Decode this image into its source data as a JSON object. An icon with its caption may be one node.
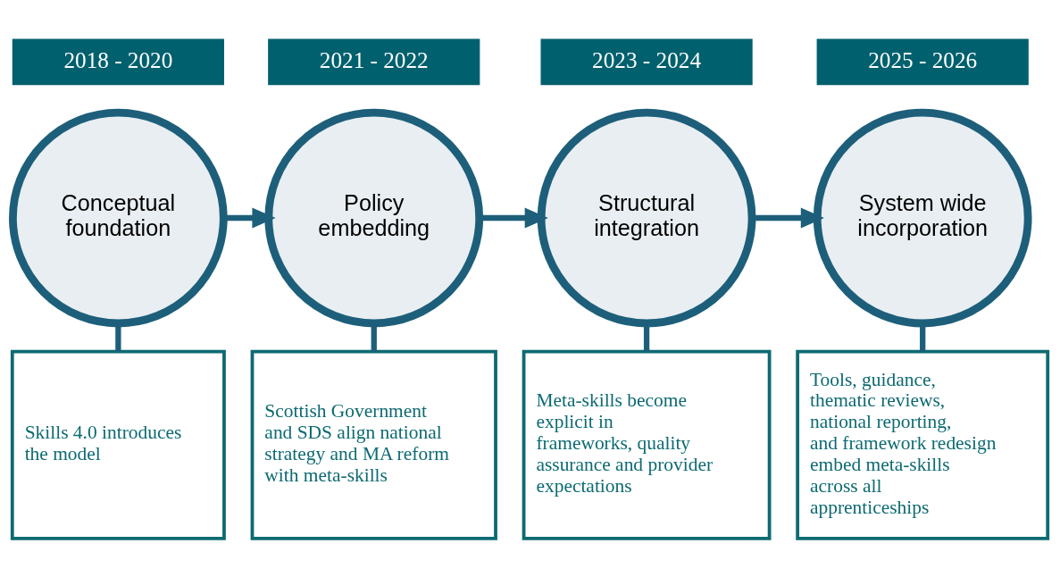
{
  "diagram": {
    "nodes": [
      {
        "text": [
          "2018 - 2020"
        ]
      },
      {
        "text": [
          "2021 - 2022"
        ]
      },
      {
        "text": [
          "2023 - 2024"
        ]
      },
      {
        "text": [
          "2025 - 2026"
        ]
      },
      {
        "text": [
          "Conceptual foundation"
        ]
      },
      {
        "text": [
          "Policy embedding"
        ]
      },
      {
        "text": [
          "Structural integration"
        ]
      },
      {
        "text": [
          "System wide incorporation"
        ]
      },
      {
        "text": [
          "Skills 4.0 introduces the model"
        ]
      },
      {
        "text": [
          "Scottish Government and SDS align national strategy and MA reform with meta-skills"
        ]
      },
      {
        "text": [
          "Meta-skills become explicit in frameworks, quality assurance and provider expectations"
        ]
      },
      {
        "text": [
          "Tools, guidance, thematic reviews, national reporting, and framework redesign embed meta-skills across all apprenticeships"
        ]
      }
    ],
    "edges": [
      {
        "from": 4,
        "to": 5,
        "arrow": "to"
      },
      {
        "from": 5,
        "to": 6,
        "arrow": "to"
      },
      {
        "from": 6,
        "to": 7,
        "arrow": "to"
      },
      {
        "from": 4,
        "to": 8,
        "arrow": "none"
      },
      {
        "from": 5,
        "to": 9,
        "arrow": "none"
      },
      {
        "from": 6,
        "to": 10,
        "arrow": "none"
      },
      {
        "from": 7,
        "to": 11,
        "arrow": "none"
      }
    ]
  }
}
